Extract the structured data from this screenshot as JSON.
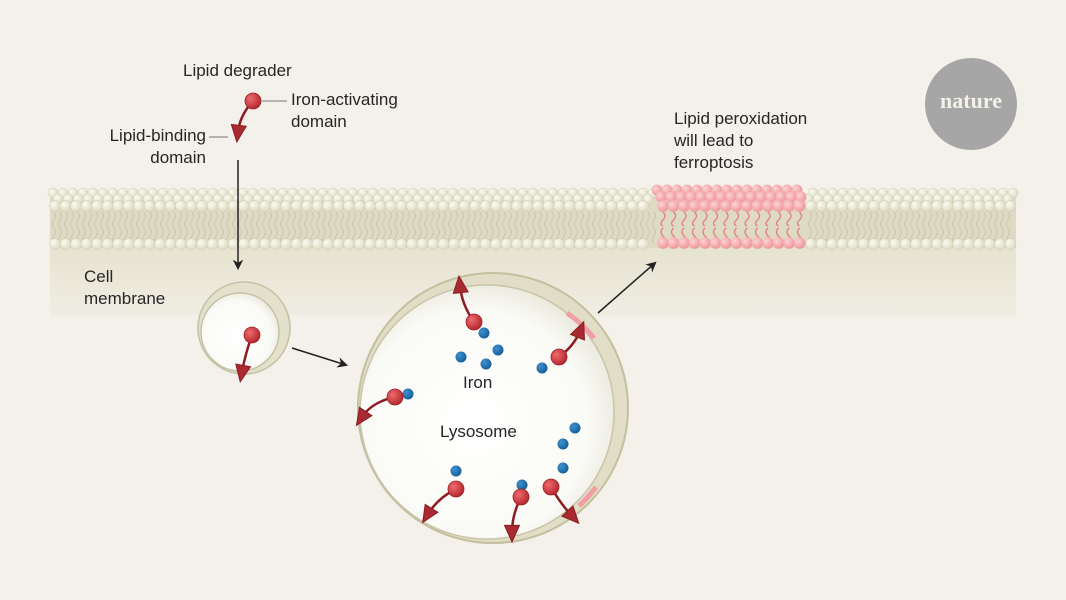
{
  "labels": {
    "lipid_degrader": "Lipid degrader",
    "iron_activating": "Iron-activating\ndomain",
    "lipid_binding": "Lipid-binding\ndomain",
    "cell_membrane": "Cell\nmembrane",
    "lipid_peroxidation": "Lipid peroxidation\nwill lead to\nferroptosis",
    "iron": "Iron",
    "lysosome": "Lysosome"
  },
  "logo": {
    "text": "nature"
  },
  "colors": {
    "background": "#f4f1ea",
    "membrane": "#dedac4",
    "lipid_head": "#ecebd9",
    "peroxidized_lipid": "#f2a7ab",
    "degrader_red": "#c8383e",
    "degrader_dark": "#8b1c22",
    "iron_blue": "#1f6fae",
    "arrow": "#222222"
  }
}
